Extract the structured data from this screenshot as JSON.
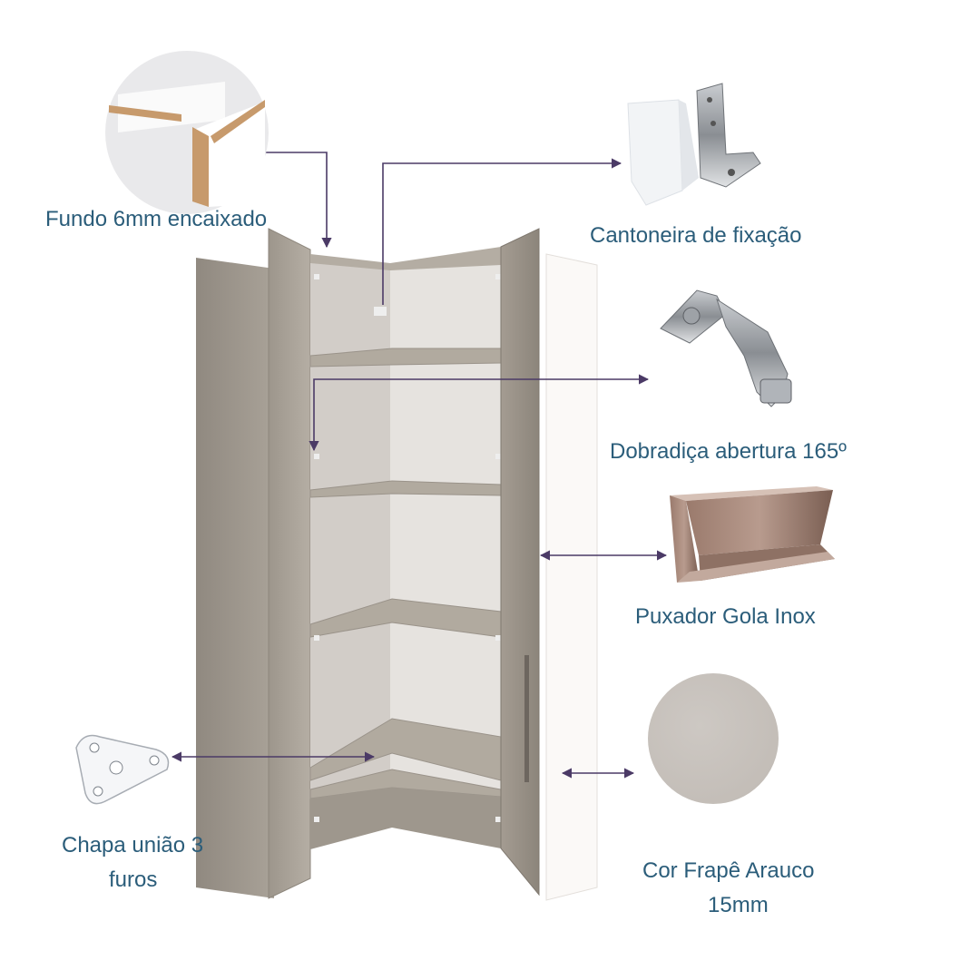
{
  "labels": {
    "fundo": "Fundo 6mm encaixado",
    "cantoneira": "Cantoneira de fixação",
    "dobradica": "Dobradiça  abertura 165º",
    "puxador": "Puxador Gola Inox",
    "chapa_line1": "Chapa união 3",
    "chapa_line2": "furos",
    "cor_line1": "Cor Frapê Arauco",
    "cor_line2": "15mm"
  },
  "colors": {
    "label_text": "#2b5d7a",
    "callout_line": "#4b3a66",
    "cabinet_body": "#a9a196",
    "cabinet_interior": "#d8d4d0",
    "swatch_frape": "#c9c4bf",
    "side_panel": "#fbf9f7"
  }
}
